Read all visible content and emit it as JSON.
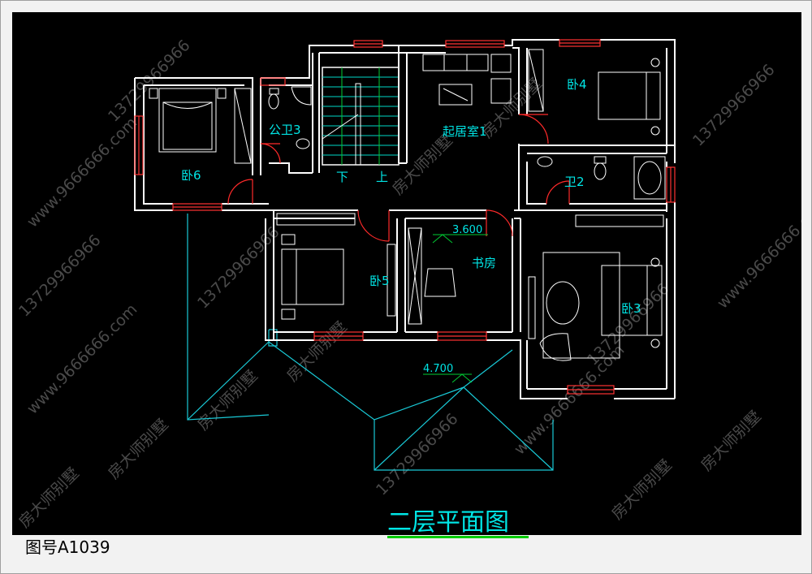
{
  "drawing_title": "二层平面图",
  "drawing_number": "图号A1039",
  "rooms": {
    "bedroom6": "卧6",
    "public_bath3": "公卫3",
    "living_room1": "起居室1",
    "bedroom4": "卧4",
    "bath2": "卫2",
    "bedroom5": "卧5",
    "study": "书房",
    "bedroom3": "卧3"
  },
  "stairs": {
    "down": "下",
    "up": "上"
  },
  "levels": {
    "floor": "3.600",
    "roof": "4.700"
  },
  "watermarks": {
    "brand": "房大师别墅",
    "phone": "13729966966",
    "web": "www.9666666.com"
  },
  "colors": {
    "wall": "#ffffff",
    "window": "#ff3333",
    "door": "#ff2a2a",
    "annotation": "#00e5e5",
    "roof": "#19c9d6",
    "stair": "#00d8c8",
    "title_underline": "#00cc00",
    "background": "#000000",
    "watermark": "#4a4a4a"
  }
}
